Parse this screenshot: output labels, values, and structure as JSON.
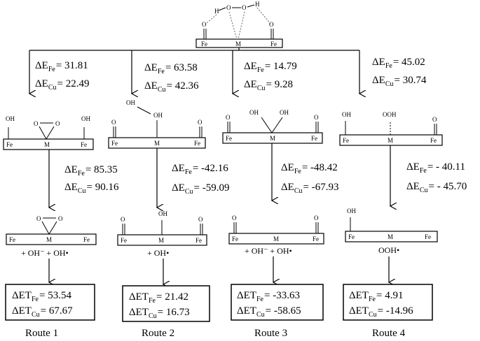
{
  "top": {
    "labels": {
      "fe_left": "Fe",
      "metal": "M",
      "fe_right": "Fe"
    },
    "molecule": {
      "o1": "O",
      "o2": "O",
      "h1": "H",
      "h2": "H"
    }
  },
  "step1": [
    {
      "fe": "31.81",
      "cu": "22.49"
    },
    {
      "fe": "63.58",
      "cu": "42.36"
    },
    {
      "fe": "14.79",
      "cu": "9.28"
    },
    {
      "fe": "45.02",
      "cu": "30.74"
    }
  ],
  "step2": [
    {
      "fe": "85.35",
      "cu": "90.16"
    },
    {
      "fe": "-42.16",
      "cu": "-59.09"
    },
    {
      "fe": "-48.42",
      "cu": "-67.93"
    },
    {
      "fe": "- 40.11",
      "cu": "- 45.70"
    }
  ],
  "symbols": {
    "delta_e": "ΔE",
    "delta_et": "ΔET",
    "sub_fe": "Fe",
    "sub_cu": "Cu",
    "equals": "=",
    "fe": "Fe",
    "m": "M",
    "o": "O",
    "oh": "OH",
    "ooh": "OOH"
  },
  "products": [
    "+ OH⁻ + OH•",
    "+ OH•",
    "+ OH⁻ + OH•",
    "OOH•"
  ],
  "results": [
    {
      "fe": "53.54",
      "cu": "67.67"
    },
    {
      "fe": "21.42",
      "cu": "16.73"
    },
    {
      "fe": "-33.63",
      "cu": "-58.65"
    },
    {
      "fe": "4.91",
      "cu": "-14.96"
    }
  ],
  "routes": [
    "Route 1",
    "Route 2",
    "Route 3",
    "Route 4"
  ]
}
